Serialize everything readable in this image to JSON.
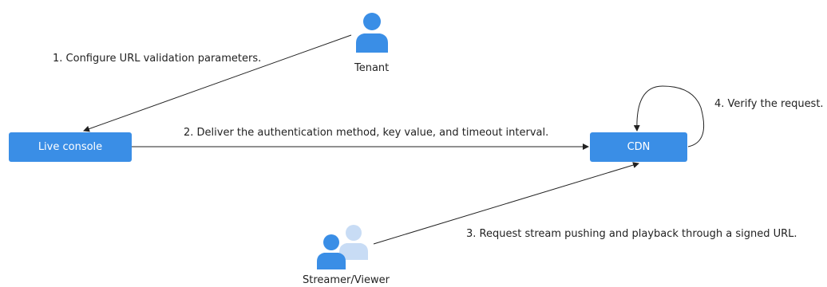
{
  "nodes": {
    "tenant": {
      "label": "Tenant",
      "icon": "person-icon"
    },
    "live_console": {
      "label": "Live console"
    },
    "cdn": {
      "label": "CDN"
    },
    "streamer_viewer": {
      "label": "Streamer/Viewer",
      "icon": "users-icon"
    }
  },
  "steps": {
    "step1": "1. Configure URL validation parameters.",
    "step2": "2. Deliver the authentication method, key value, and timeout interval.",
    "step3": "3. Request stream pushing and playback through a signed URL.",
    "step4": "4. Verify the request."
  },
  "colors": {
    "box_fill": "#3a8ee6",
    "icon_primary": "#3a8ee6",
    "icon_secondary": "#c8dcf5",
    "arrow": "#222222"
  }
}
